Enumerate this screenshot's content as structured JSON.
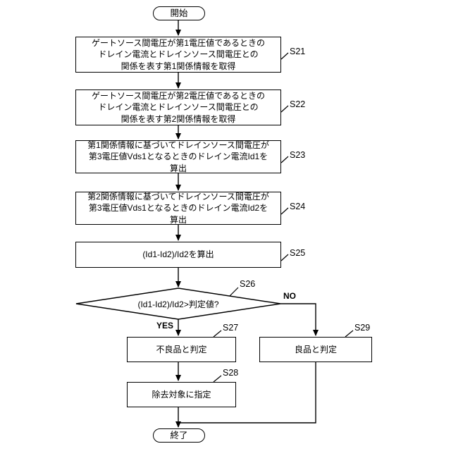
{
  "flowchart": {
    "start_label": "開始",
    "end_label": "終了",
    "yes_label": "YES",
    "no_label": "NO",
    "steps": {
      "s21": {
        "id": "S21",
        "text": "ゲートソース間電圧が第1電圧値であるときの\nドレイン電流とドレインソース間電圧との\n関係を表す第1関係情報を取得"
      },
      "s22": {
        "id": "S22",
        "text": "ゲートソース間電圧が第2電圧値であるときの\nドレイン電流とドレインソース間電圧との\n関係を表す第2関係情報を取得"
      },
      "s23": {
        "id": "S23",
        "text": "第1関係情報に基づいてドレインソース間電圧が\n第3電圧値Vds1となるときのドレイン電流Id1を\n算出"
      },
      "s24": {
        "id": "S24",
        "text": "第2関係情報に基づいてドレインソース間電圧が\n第3電圧値Vds1となるときのドレイン電流Id2を\n算出"
      },
      "s25": {
        "id": "S25",
        "text": "(Id1-Id2)/Id2を算出"
      },
      "s26": {
        "id": "S26",
        "text": "(Id1-Id2)/Id2>判定値?"
      },
      "s27": {
        "id": "S27",
        "text": "不良品と判定"
      },
      "s28": {
        "id": "S28",
        "text": "除去対象に指定"
      },
      "s29": {
        "id": "S29",
        "text": "良品と判定"
      }
    },
    "line_color": "#000000",
    "box_fill": "#ffffff"
  }
}
